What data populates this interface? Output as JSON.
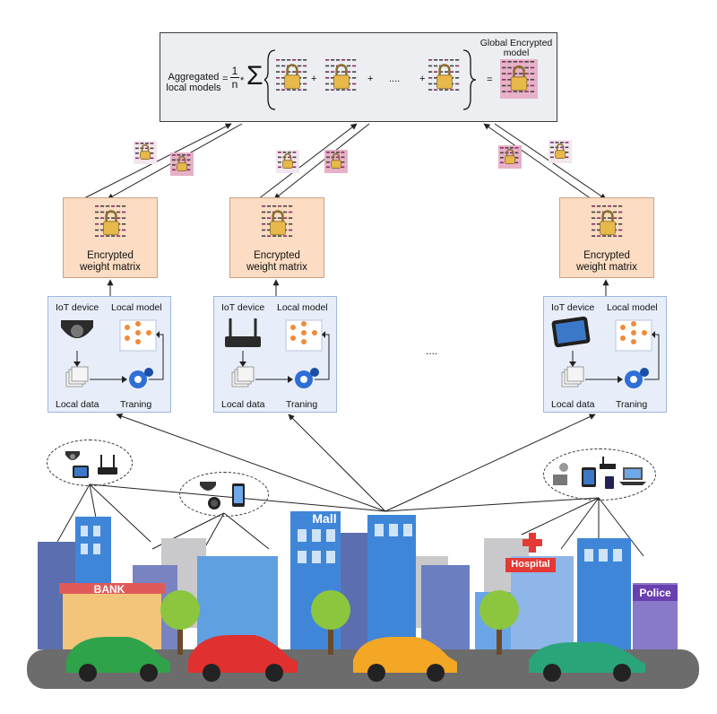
{
  "aggregation": {
    "label_line1": "Aggregated",
    "label_line2": "local models",
    "equals_left": "=",
    "fraction_num": "1",
    "fraction_den": "n",
    "times": "*",
    "sigma": "Σ",
    "plus1": "+",
    "plus2": "+",
    "plus3": "+",
    "ellipsis": "....",
    "equals_right": "=",
    "global_line1": "Global Encrypted",
    "global_line2": "model"
  },
  "encrypted": {
    "line1": "Encrypted",
    "line2": "weight matrix"
  },
  "panel": {
    "iot": "IoT device",
    "local_model": "Local model",
    "local_data": "Local data",
    "training": "Traning"
  },
  "middle_ellipsis": "....",
  "city": {
    "bank": "BANK",
    "mall": "Mall",
    "hospital": "Hospital",
    "police": "Police"
  },
  "colors": {
    "enc_fill": "#fcdcc2",
    "panel_fill": "#e8eef9",
    "panel_border": "#9fb6dc",
    "pink_tile": "#e7b1c8",
    "building_blue": "#3f86d9",
    "road": "#6c6c6c"
  }
}
